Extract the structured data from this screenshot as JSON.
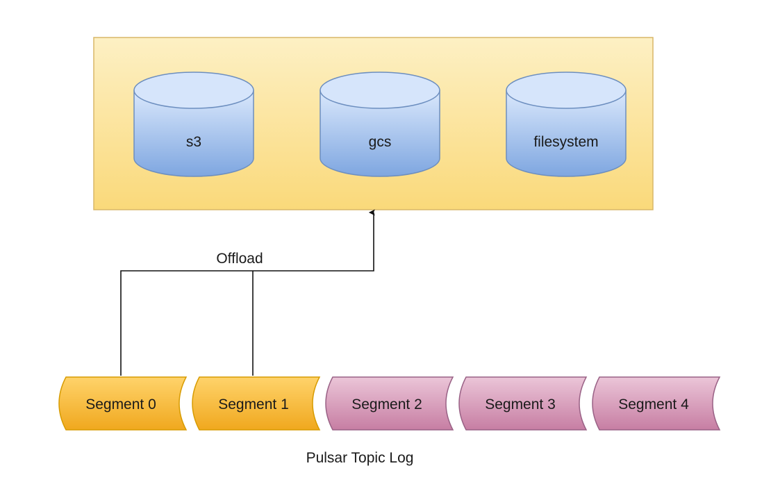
{
  "storage": {
    "backends": [
      {
        "label": "s3"
      },
      {
        "label": "gcs"
      },
      {
        "label": "filesystem"
      }
    ]
  },
  "offload": {
    "label": "Offload"
  },
  "segments": [
    {
      "label": "Segment 0",
      "state": "offloaded"
    },
    {
      "label": "Segment 1",
      "state": "offloaded"
    },
    {
      "label": "Segment 2",
      "state": "local"
    },
    {
      "label": "Segment 3",
      "state": "local"
    },
    {
      "label": "Segment 4",
      "state": "local"
    }
  ],
  "caption": {
    "label": "Pulsar Topic Log"
  },
  "colors": {
    "storage_fill": "#fbe5a0",
    "storage_border": "#d9b768",
    "cylinder_fill": "#a9c4ea",
    "cylinder_stroke": "#6c8ebf",
    "offloaded_fill": "#f5be40",
    "offloaded_stroke": "#d79b00",
    "local_fill": "#d79ab8",
    "local_stroke": "#996185"
  }
}
